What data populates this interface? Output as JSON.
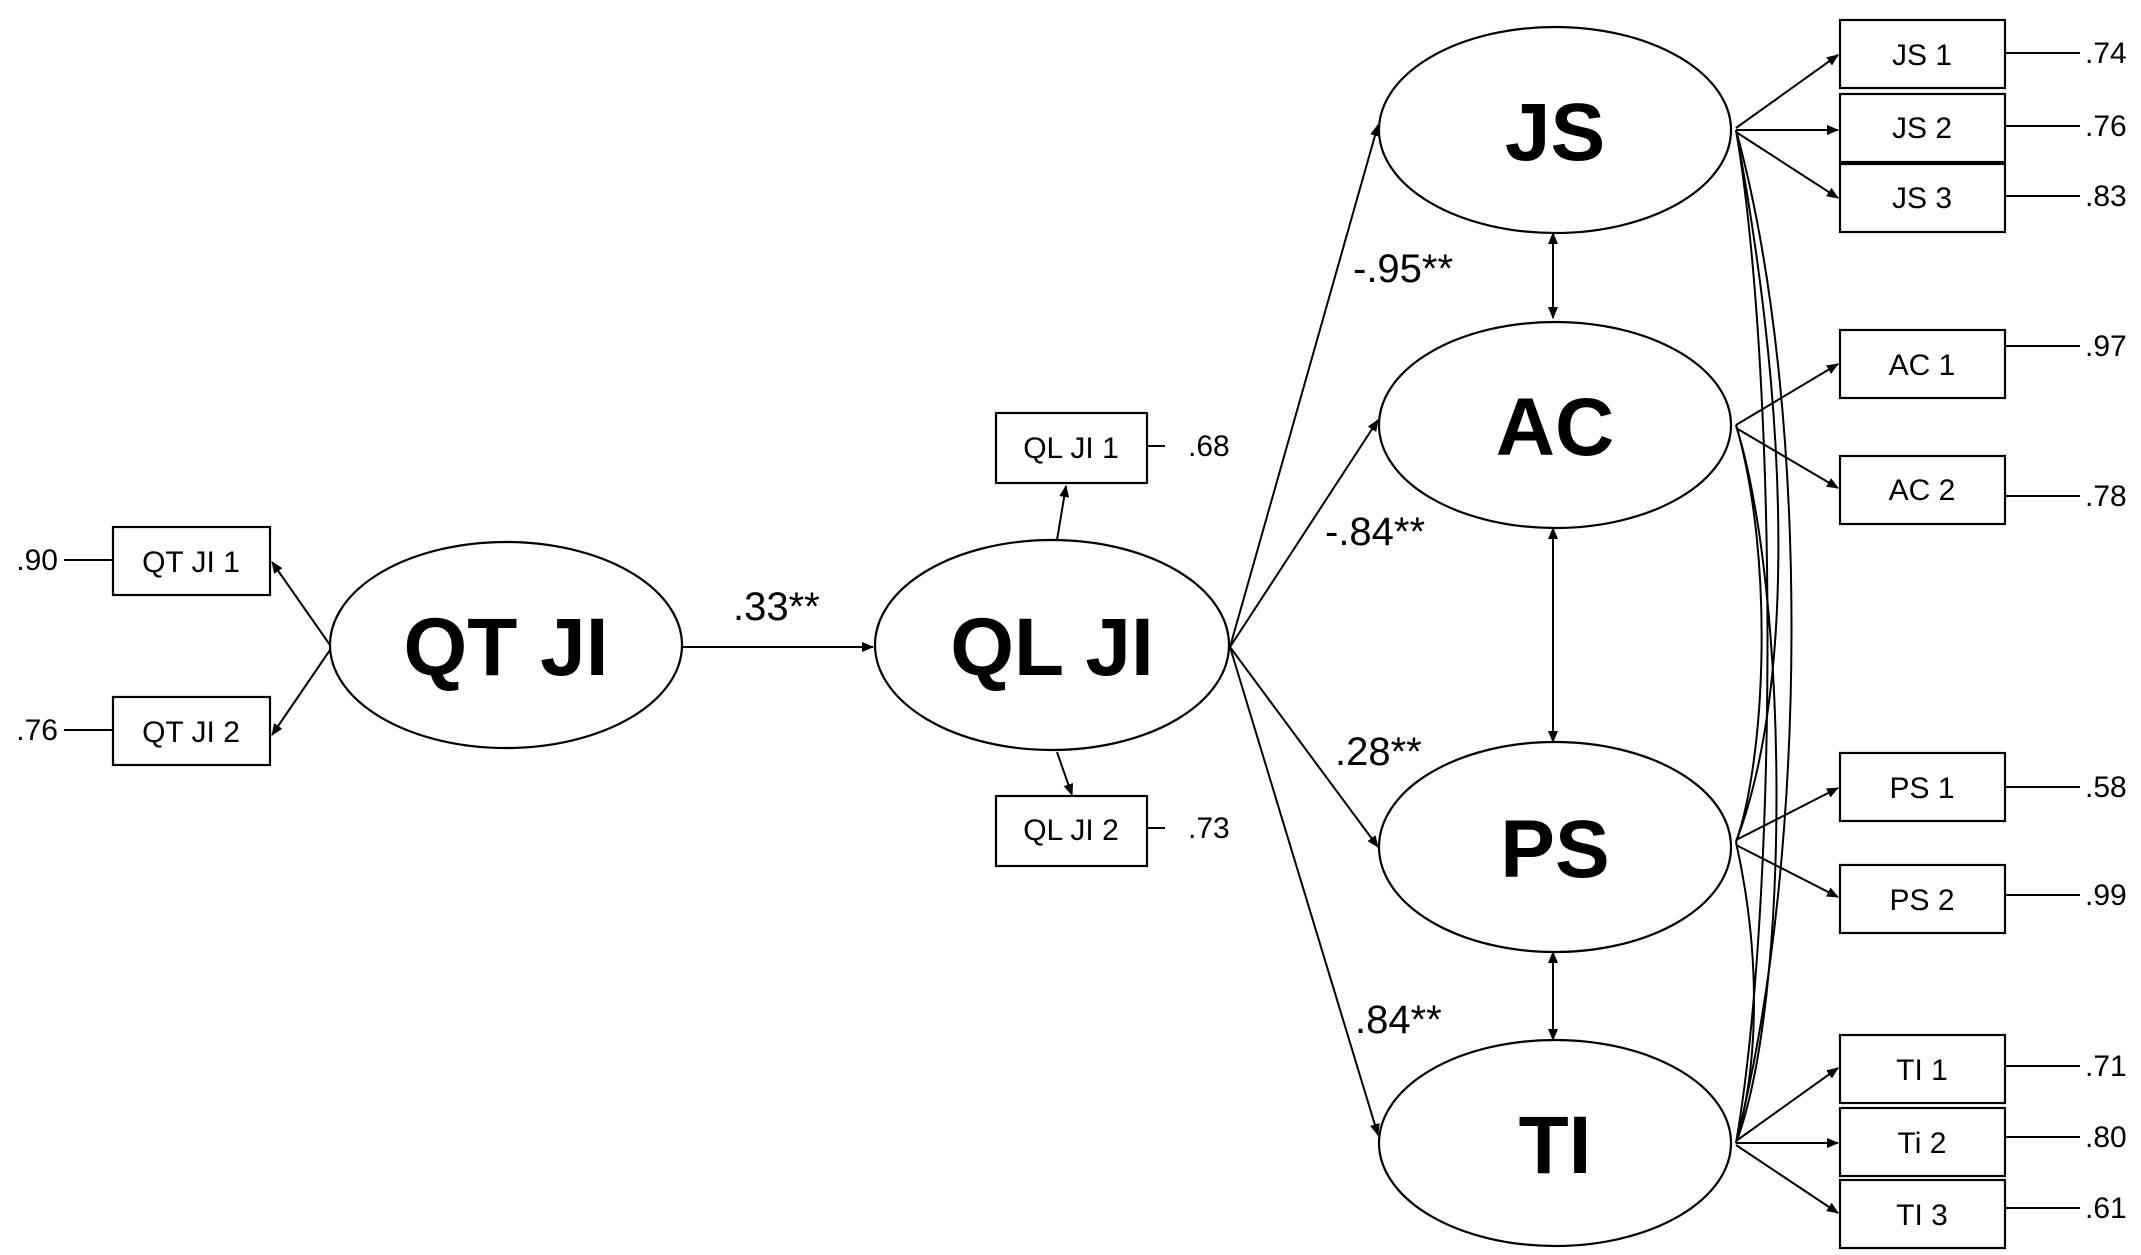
{
  "latents": {
    "qtji": "QT JI",
    "qlji": "QL JI",
    "js": "JS",
    "ac": "AC",
    "ps": "PS",
    "ti": "TI"
  },
  "indicators": {
    "qtji1": {
      "label": "QT JI 1",
      "loading": ".90"
    },
    "qtji2": {
      "label": "QT JI 2",
      "loading": ".76"
    },
    "qlji1": {
      "label": "QL JI 1",
      "loading": ".68"
    },
    "qlji2": {
      "label": "QL JI 2",
      "loading": ".73"
    },
    "js1": {
      "label": "JS 1",
      "loading": ".74"
    },
    "js2": {
      "label": "JS 2",
      "loading": ".76"
    },
    "js3": {
      "label": "JS 3",
      "loading": ".83"
    },
    "ac1": {
      "label": "AC 1",
      "loading": ".97"
    },
    "ac2": {
      "label": "AC 2",
      "loading": ".78"
    },
    "ps1": {
      "label": "PS 1",
      "loading": ".58"
    },
    "ps2": {
      "label": "PS 2",
      "loading": ".99"
    },
    "ti1": {
      "label": "TI 1",
      "loading": ".71"
    },
    "ti2": {
      "label": "Ti 2",
      "loading": ".80"
    },
    "ti3": {
      "label": "TI 3",
      "loading": ".61"
    }
  },
  "paths": {
    "qt_to_ql": ".33**",
    "ql_to_js": "-.95**",
    "ql_to_ac": "-.84**",
    "ql_to_ps": ".28**",
    "ql_to_ti": ".84**"
  }
}
